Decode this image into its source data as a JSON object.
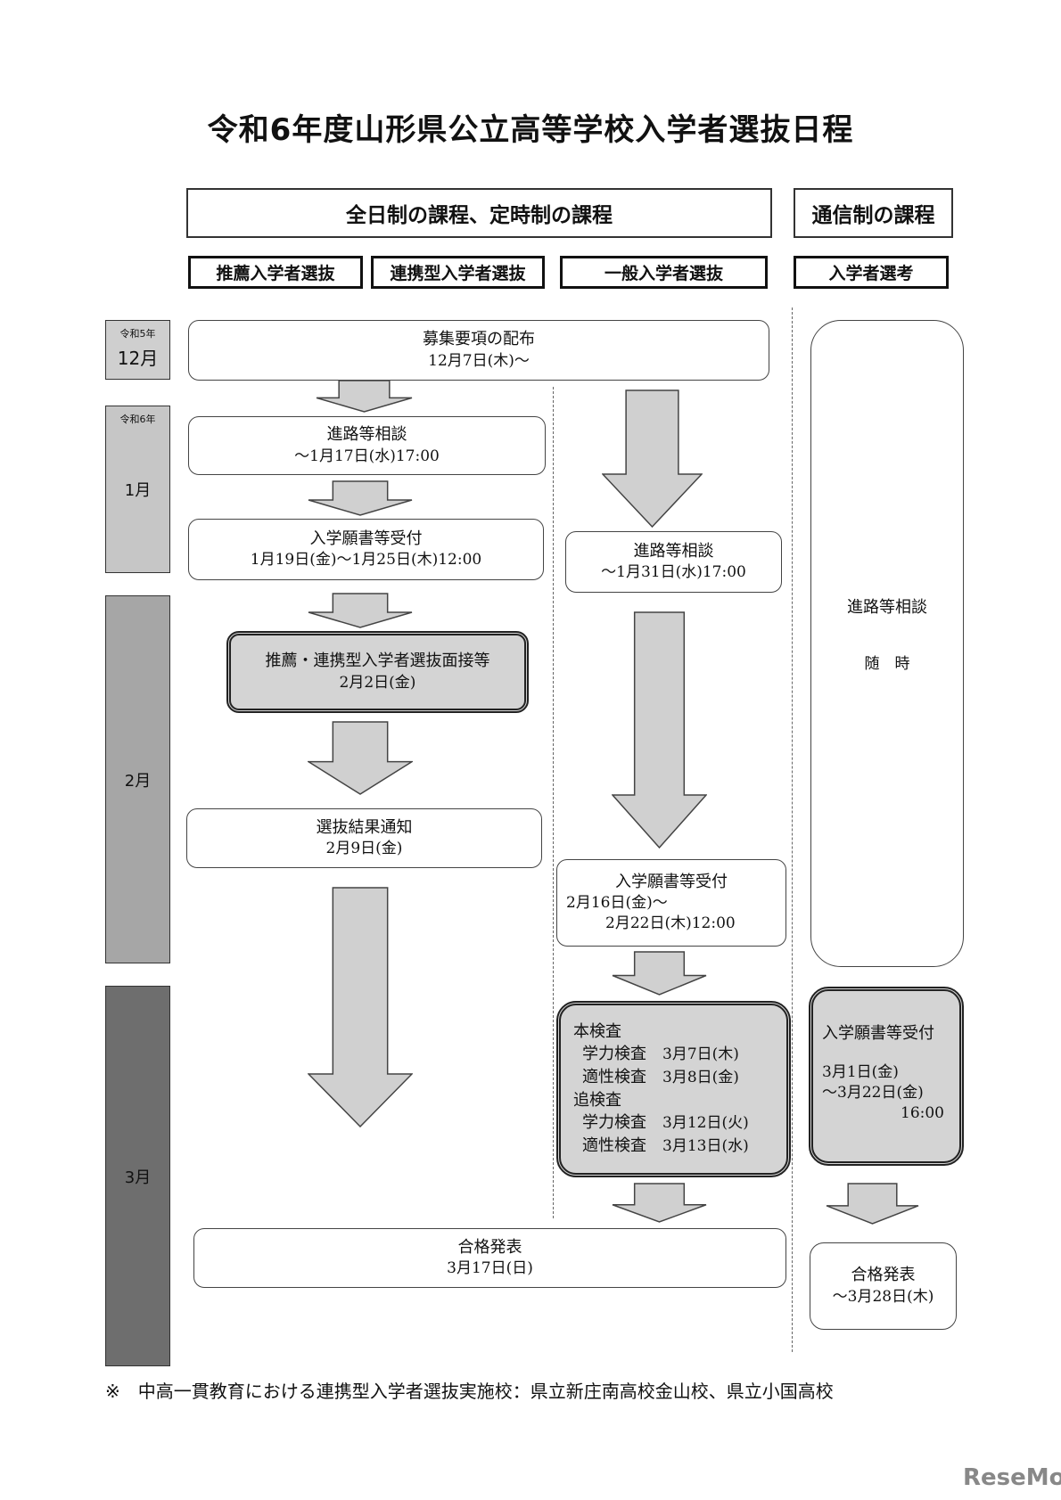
{
  "title": "令和6年度山形県公立高等学校入学者選抜日程",
  "headers": {
    "fulltime": "全日制の課程、定時制の課程",
    "correspondence": "通信制の課程"
  },
  "subheaders": [
    "推薦入学者選抜",
    "連携型入学者選抜",
    "一般入学者選抜",
    "入学者選考"
  ],
  "months": [
    {
      "era": "令和5年",
      "label": "12月",
      "color": "#cfcfcf"
    },
    {
      "era": "令和6年",
      "label": "1月",
      "color": "#c6c6c6"
    },
    {
      "era": "",
      "label": "2月",
      "color": "#a6a6a6"
    },
    {
      "era": "",
      "label": "3月",
      "color": "#6e6e6e"
    }
  ],
  "boxes": {
    "distribution": {
      "title": "募集要項の配布",
      "date": "12月7日(木)〜"
    },
    "consult_left": {
      "title": "進路等相談",
      "date": "〜1月17日(水)17:00"
    },
    "apply_left": {
      "title": "入学願書等受付",
      "date": "1月19日(金)〜1月25日(木)12:00"
    },
    "interview": {
      "title": "推薦・連携型入学者選抜面接等",
      "date": "2月2日(金)"
    },
    "notice": {
      "title": "選抜結果通知",
      "date": "2月9日(金)"
    },
    "consult_mid": {
      "title": "進路等相談",
      "date": "〜1月31日(水)17:00"
    },
    "apply_mid": {
      "title": "入学願書等受付",
      "date1": "2月16日(金)〜",
      "date2": "2月22日(木)12:00"
    },
    "exam": {
      "main": "本検査",
      "main_rows": [
        {
          "label": "学力検査",
          "date": "3月7日(木)"
        },
        {
          "label": "適性検査",
          "date": "3月8日(金)"
        }
      ],
      "make": "追検査",
      "make_rows": [
        {
          "label": "学力検査",
          "date": "3月12日(火)"
        },
        {
          "label": "適性検査",
          "date": "3月13日(水)"
        }
      ]
    },
    "announce": {
      "title": "合格発表",
      "date": "3月17日(日)"
    },
    "consult_right": {
      "title": "進路等相談",
      "date": "随　時"
    },
    "apply_right": {
      "title": "入学願書等受付",
      "date1": "3月1日(金)",
      "date2": "〜3月22日(金)",
      "date3": "16:00"
    },
    "announce_right": {
      "title": "合格発表",
      "date": "〜3月28日(木)"
    }
  },
  "footnote": "※　中高一貫教育における連携型入学者選抜実施校：県立新庄南高校金山校、県立小国高校",
  "watermark": "ReseMom"
}
